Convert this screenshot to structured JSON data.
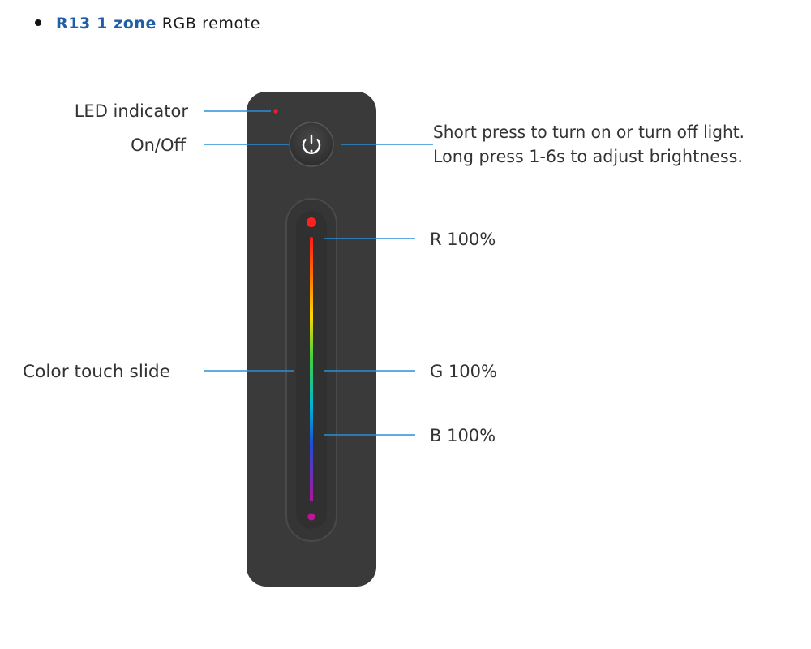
{
  "heading": {
    "model": "R13 1 zone",
    "description": "RGB remote"
  },
  "labels": {
    "led_indicator": "LED indicator",
    "on_off": "On/Off",
    "on_off_note_line1": "Short press to turn on or turn off light.",
    "on_off_note_line2": "Long press 1-6s to adjust brightness.",
    "color_touch_slide": "Color touch slide",
    "r_value": "R 100%",
    "g_value": "G 100%",
    "b_value": "B 100%"
  },
  "colors": {
    "remote_body": "#3a3a3a",
    "callout_line": "#2b8fd6",
    "heading_model": "#1f5fa8",
    "led_indicator": "#e52424",
    "top_dot": "#ff2020",
    "bottom_dot": "#c0149a"
  }
}
